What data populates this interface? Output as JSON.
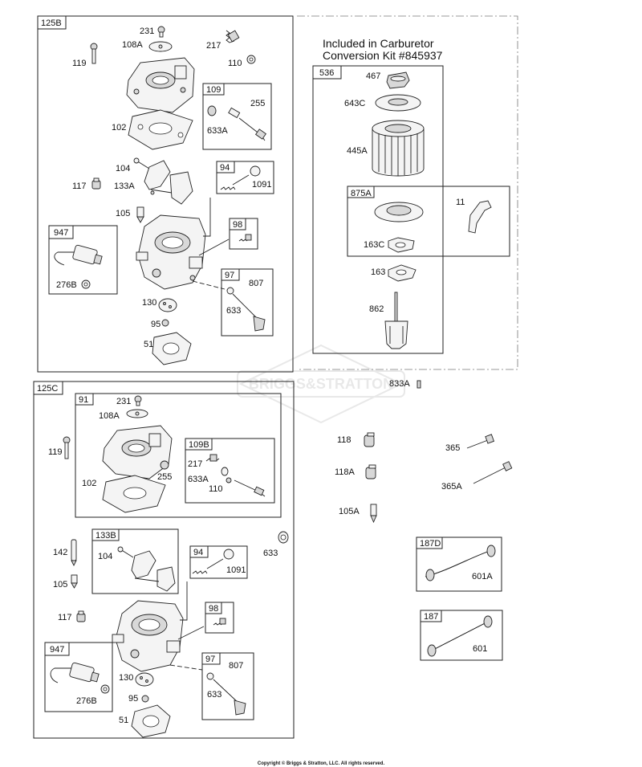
{
  "kit": {
    "line1": "Included in Carburetor",
    "line2": "Conversion Kit #845937"
  },
  "copyright": "Copyright © Briggs & Stratton, LLC. All rights reserved.",
  "watermark": "BRIGGS&STRATTON",
  "boxes": {
    "b125B": "125B",
    "b109": "109",
    "b94a": "94",
    "b98a": "98",
    "b97a": "97",
    "b947a": "947",
    "b536": "536",
    "b875A": "875A",
    "b125C": "125C",
    "b91": "91",
    "b109B": "109B",
    "b133B": "133B",
    "b94b": "94",
    "b98b": "98",
    "b97b": "97",
    "b947b": "947",
    "b187D": "187D",
    "b187": "187"
  },
  "labels": {
    "p231a": "231",
    "p108Aa": "108A",
    "p217a": "217",
    "p119a": "119",
    "p110a": "110",
    "p255a": "255",
    "p633Aa": "633A",
    "p102a": "102",
    "p104a": "104",
    "p117a": "117",
    "p133A": "133A",
    "p1091a": "1091",
    "p105a": "105",
    "p276Ba": "276B",
    "p807a": "807",
    "p633a": "633",
    "p130a": "130",
    "p95a": "95",
    "p51a": "51",
    "p467": "467",
    "p643C": "643C",
    "p445A": "445A",
    "p11": "11",
    "p163C": "163C",
    "p163": "163",
    "p862": "862",
    "p833A": "833A",
    "p231b": "231",
    "p108Ab": "108A",
    "p119b": "119",
    "p217b": "217",
    "p633Ab": "633A",
    "p255b": "255",
    "p102b": "102",
    "p110b": "110",
    "p142": "142",
    "p104b": "104",
    "p633c": "633",
    "p105b": "105",
    "p1091b": "1091",
    "p117b": "117",
    "p276Bb": "276B",
    "p807b": "807",
    "p633b": "633",
    "p130b": "130",
    "p95b": "95",
    "p51b": "51",
    "p118": "118",
    "p365": "365",
    "p118A": "118A",
    "p365A": "365A",
    "p105A": "105A",
    "p601A": "601A",
    "p601": "601"
  }
}
